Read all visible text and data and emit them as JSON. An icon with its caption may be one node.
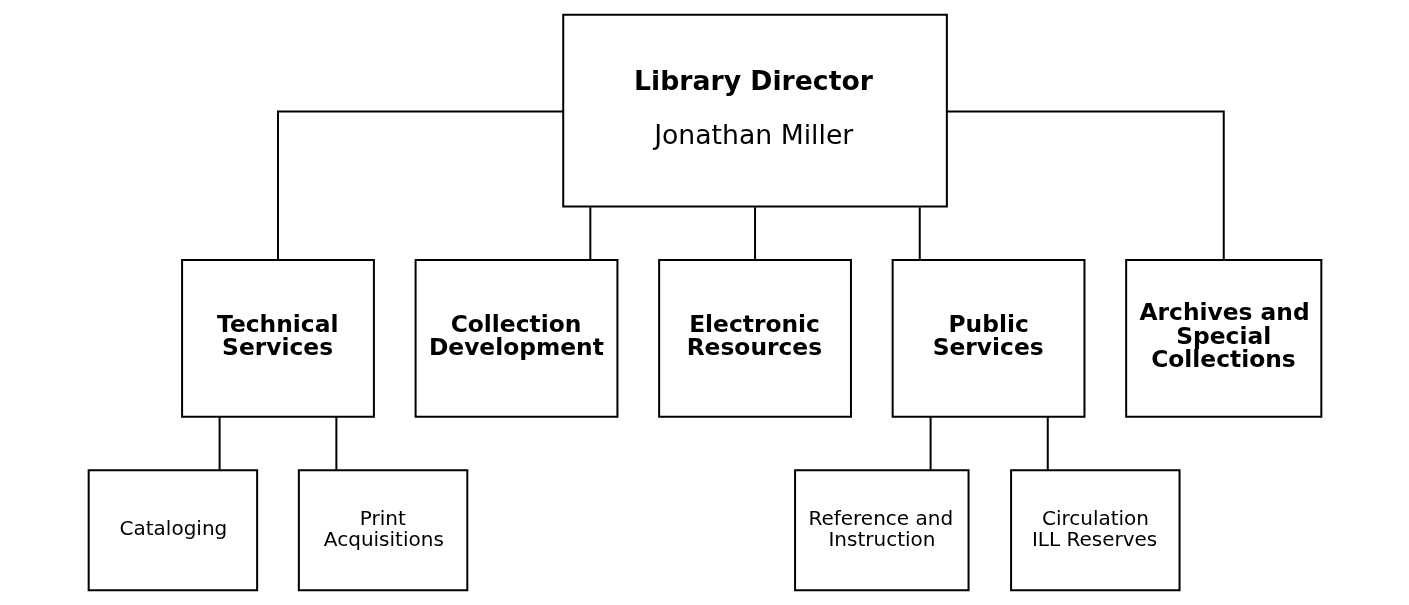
{
  "diagram": {
    "nodes": [
      {
        "text": [
          "Library Director",
          "Jonathan Miller"
        ]
      },
      {
        "text": [
          "Technical Services"
        ]
      },
      {
        "text": [
          "Collection Development"
        ]
      },
      {
        "text": [
          "Electronic Resources"
        ]
      },
      {
        "text": [
          "Public Services"
        ]
      },
      {
        "text": [
          "Archives and Special Collections"
        ]
      },
      {
        "text": [
          "Cataloging"
        ]
      },
      {
        "text": [
          "Print Acquisitions"
        ]
      },
      {
        "text": [
          "Reference and Instruction"
        ]
      },
      {
        "text": [
          "Circulation ILL Reserves"
        ]
      }
    ],
    "edges": [
      {
        "from": 0,
        "to": 1,
        "arrow": "none"
      },
      {
        "from": 0,
        "to": 2,
        "arrow": "none"
      },
      {
        "from": 0,
        "to": 3,
        "arrow": "none"
      },
      {
        "from": 0,
        "to": 4,
        "arrow": "none"
      },
      {
        "from": 0,
        "to": 5,
        "arrow": "none"
      },
      {
        "from": 1,
        "to": 6,
        "arrow": "none"
      },
      {
        "from": 1,
        "to": 7,
        "arrow": "none"
      },
      {
        "from": 4,
        "to": 8,
        "arrow": "none"
      },
      {
        "from": 4,
        "to": 9,
        "arrow": "none"
      }
    ]
  }
}
